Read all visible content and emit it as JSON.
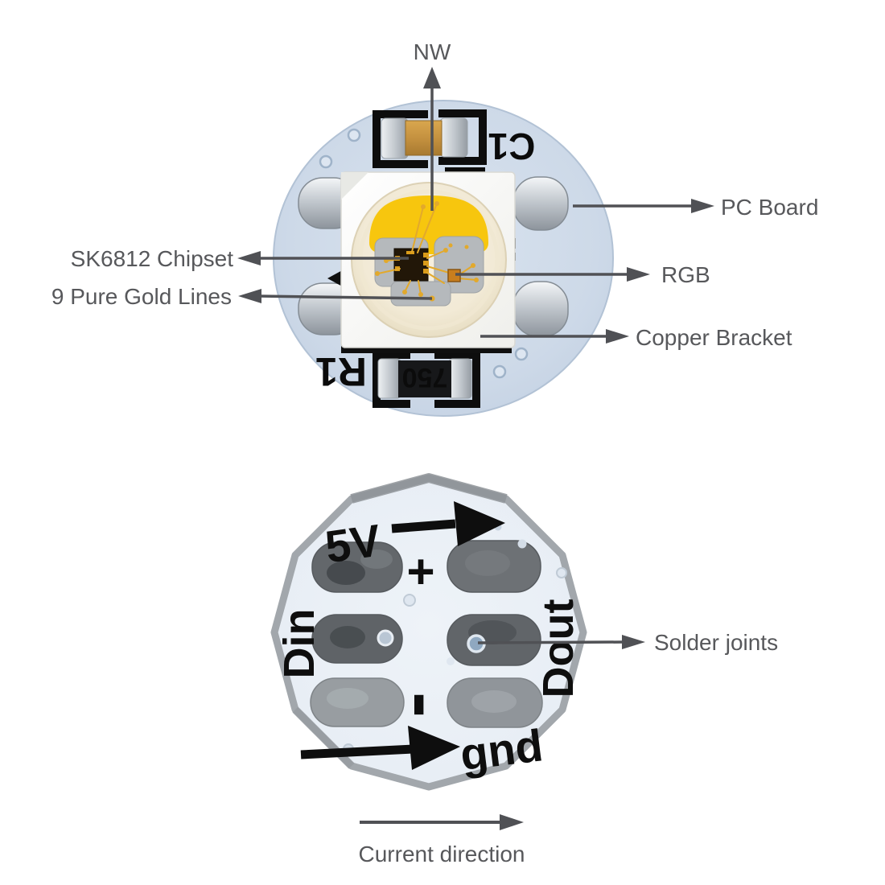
{
  "top_view": {
    "annotations": {
      "nw": "NW",
      "pc_board": "PC Board",
      "chipset": "SK6812 Chipset",
      "gold_lines": "9 Pure Gold Lines",
      "rgb": "RGB",
      "copper_bracket": "Copper Bracket"
    },
    "silkscreen": {
      "cap_ref": "C1",
      "res_ref": "R1",
      "res_value": "750"
    }
  },
  "bottom_view": {
    "annotations": {
      "solder_joints": "Solder joints",
      "current_direction": "Current direction"
    },
    "silkscreen": {
      "power": "5V",
      "plus": "+",
      "data_in": "Din",
      "data_out": "Dout",
      "minus": "-",
      "ground": "gnd"
    }
  },
  "colors": {
    "label_text": "#57585b",
    "annotation_arrow": "#505155",
    "silkscreen_black": "#0e0e0e",
    "board_top_blue": "#ccd8e7",
    "board_bottom_face": "#ebf1f7",
    "board_bottom_rim": "#a2a7ac",
    "led_phosphor_yellow": "#f7c60e",
    "lens_cream": "#f5eedd",
    "capacitor_tan": "#c28f3e",
    "resistor_black": "#17181a",
    "pad_dark_gray": "#63676b",
    "pad_light_gray": "#979ca0",
    "solder_silver": "#c9cdd1",
    "gold_wire": "#e2a92c"
  }
}
